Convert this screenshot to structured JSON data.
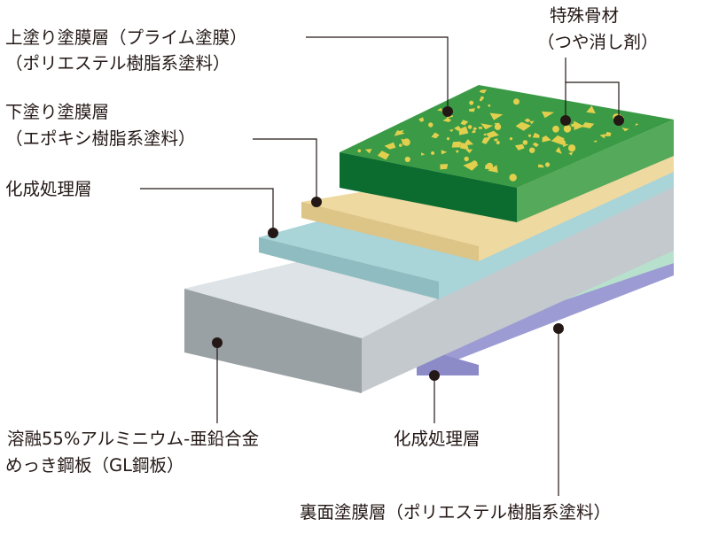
{
  "labels": {
    "top_coat": [
      "上塗り塗膜層（プライム塗膜）",
      "（ポリエステル樹脂系塗料）"
    ],
    "special_aggregate": [
      "特殊骨材",
      "（つや消し剤）"
    ],
    "primer": [
      "下塗り塗膜層",
      "（エポキシ樹脂系塗料）"
    ],
    "conversion_top": "化成処理層",
    "substrate": [
      "溶融55%アルミニウム-亜鉛合金",
      "めっき鋼板（GL鋼板）"
    ],
    "conversion_bottom": "化成処理層",
    "back_coat": "裏面塗膜層（ポリエステル樹脂系塗料）"
  },
  "colors": {
    "top_coat": "#3a9a45",
    "aggregate": "#e2cf4e",
    "primer": "#f0dba0",
    "conversion": "#a8d5d9",
    "substrate": "#c6ccd0",
    "back_conversion": "#b7e0cd",
    "back_coat": "#a09fd6"
  }
}
